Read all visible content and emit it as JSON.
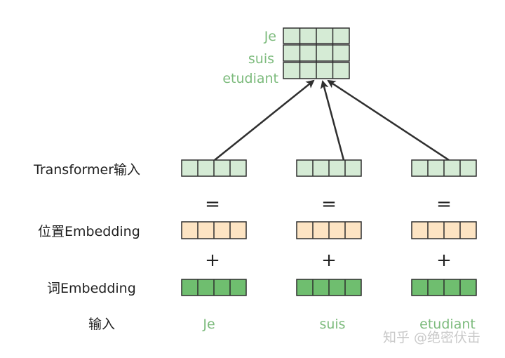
{
  "rows": {
    "transformer_input_label": "Transformer输入",
    "position_embedding_label": "位置Embedding",
    "word_embedding_label": "词Embedding",
    "input_label": "输入"
  },
  "operators": {
    "equals": "=",
    "plus": "+"
  },
  "tokens": [
    "Je",
    "suis",
    "etudiant"
  ],
  "output_tokens": [
    "Je",
    "suis",
    "etudiant"
  ],
  "watermark": "知乎 @绝密伏击",
  "colors": {
    "transformer_input_fill": "#d5ebd5",
    "position_embedding_fill": "#fde4c3",
    "word_embedding_fill": "#6fbe6f",
    "output_matrix_fill": "#d5ebd5",
    "token_text": "#7dbb7d",
    "stroke": "#2f2f2f"
  }
}
